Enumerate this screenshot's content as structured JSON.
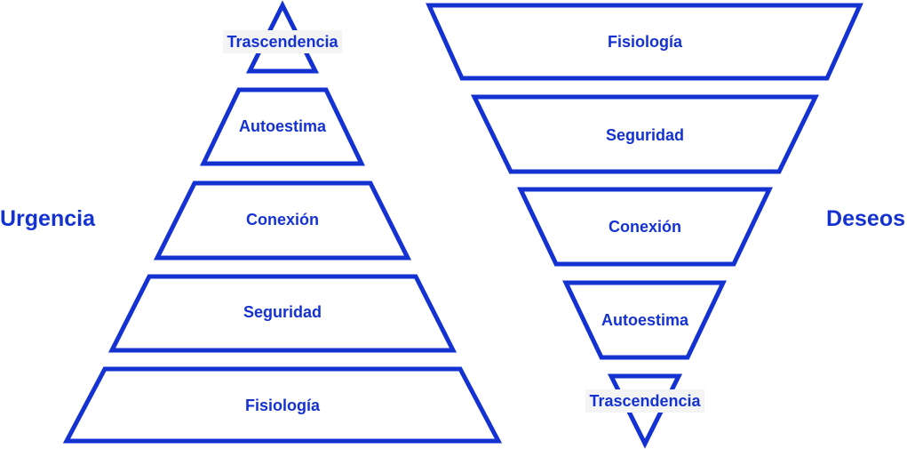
{
  "colors": {
    "accent": "#1432d2",
    "label_background": "#f4f4f4",
    "background": "#ffffff"
  },
  "left_label": "Urgencia",
  "right_label": "Deseos",
  "pyramid_levels": [
    "Trascendencia",
    "Autoestima",
    "Conexión",
    "Seguridad",
    "Fisiología"
  ],
  "inverted_levels": [
    "Fisiología",
    "Seguridad",
    "Conexión",
    "Autoestima",
    "Trascendencia"
  ]
}
